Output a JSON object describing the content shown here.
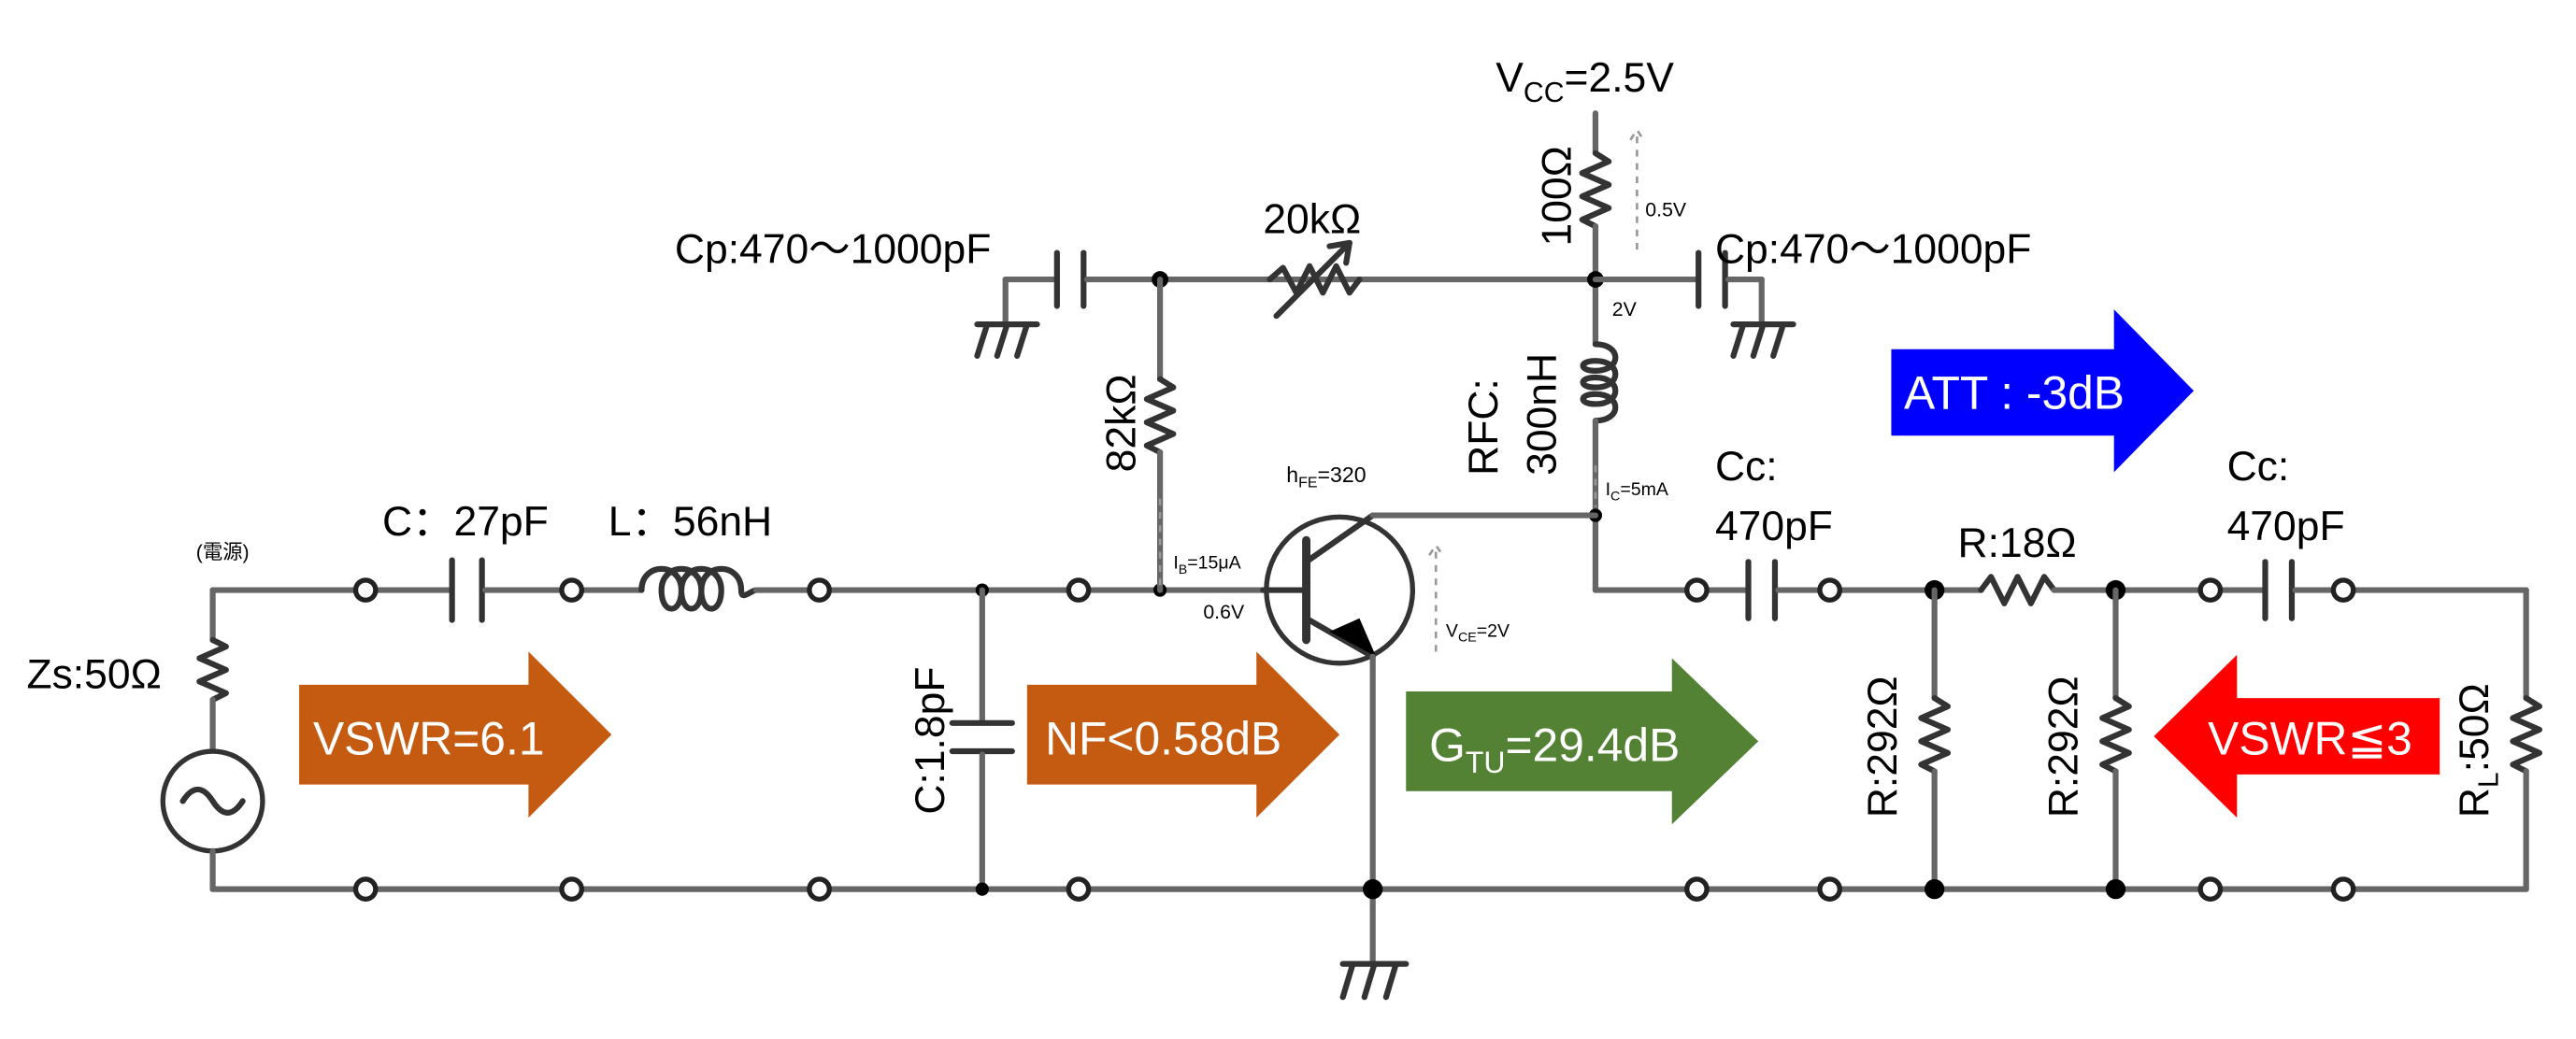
{
  "title": "",
  "labels": {
    "vcc": "V",
    "vcc_sub": "CC",
    "vcc_val": "=2.5V",
    "r100": "100Ω",
    "v05": "0.5V",
    "v2": "2V",
    "cp_left": "Cp:470〜1000pF",
    "cp_right": "Cp:470〜1000pF",
    "r20k": "20kΩ",
    "r82k": "82kΩ",
    "rfc": "RFC:",
    "rfc_val": "300nH",
    "hfe": "h",
    "hfe_sub": "FE",
    "hfe_val": "=320",
    "ic": "I",
    "ic_sub": "C",
    "ic_val": "=5mA",
    "ib": "I",
    "ib_sub": "B",
    "ib_val": "=15μA",
    "vbe": "0.6V",
    "vce": "V",
    "vce_sub": "CE",
    "vce_val": "=2V",
    "source_note": "(電源)",
    "c27": "C：27pF",
    "l56": "L：56nH",
    "zs": "Zs:50Ω",
    "c18": "C:1.8pF",
    "cc1_a": "Cc:",
    "cc1_b": "470pF",
    "cc2_a": "Cc:",
    "cc2_b": "470pF",
    "r18": "R:18Ω",
    "r292a": "R:292Ω",
    "r292b": "R:292Ω",
    "rl": "R",
    "rl_sub": "L",
    "rl_val": ":50Ω"
  },
  "arrows": {
    "vswr_in": {
      "text": "VSWR=6.1",
      "color": "#c55a11"
    },
    "nf": {
      "text": "NF<0.58dB",
      "color": "#c55a11"
    },
    "gtu": {
      "text": "G",
      "sub": "TU",
      "val": "=29.4dB",
      "color": "#548235"
    },
    "att": {
      "text": "ATT : -3dB",
      "color": "#0000ff"
    },
    "vswr_out": {
      "text": "VSWR≦3",
      "color": "#ff0000"
    }
  }
}
